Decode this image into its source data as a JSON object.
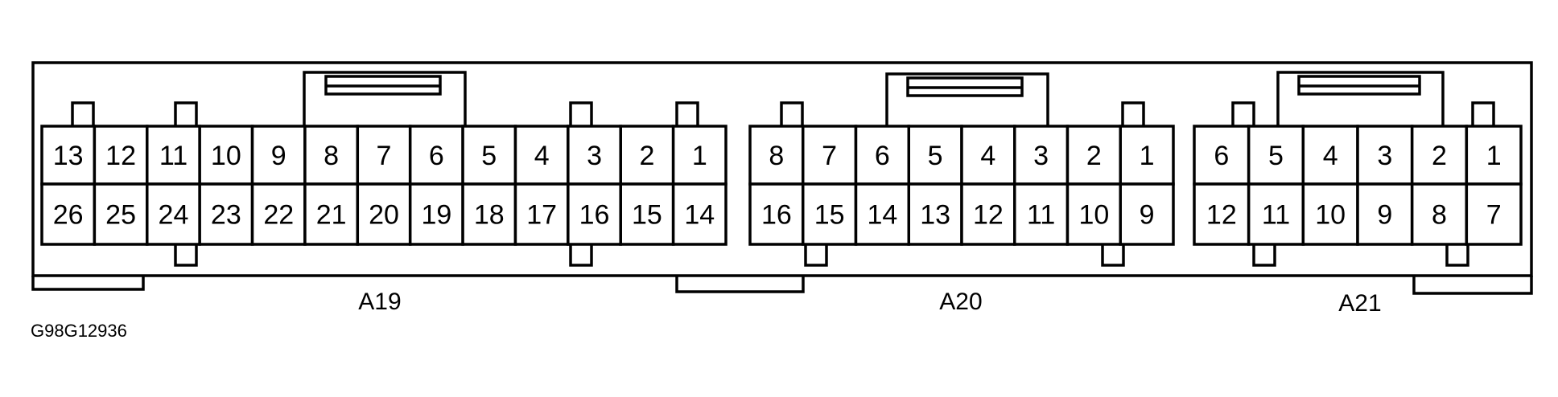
{
  "connectors": [
    {
      "label": "A19",
      "top": [
        "13",
        "12",
        "11",
        "10",
        "9",
        "8",
        "7",
        "6",
        "5",
        "4",
        "3",
        "2",
        "1"
      ],
      "bottom": [
        "26",
        "25",
        "24",
        "23",
        "22",
        "21",
        "20",
        "19",
        "18",
        "17",
        "16",
        "15",
        "14"
      ]
    },
    {
      "label": "A20",
      "top": [
        "8",
        "7",
        "6",
        "5",
        "4",
        "3",
        "2",
        "1"
      ],
      "bottom": [
        "16",
        "15",
        "14",
        "13",
        "12",
        "11",
        "10",
        "9"
      ]
    },
    {
      "label": "A21",
      "top": [
        "6",
        "5",
        "4",
        "3",
        "2",
        "1"
      ],
      "bottom": [
        "12",
        "11",
        "10",
        "9",
        "8",
        "7"
      ]
    }
  ],
  "figure_id": "G98G12936"
}
